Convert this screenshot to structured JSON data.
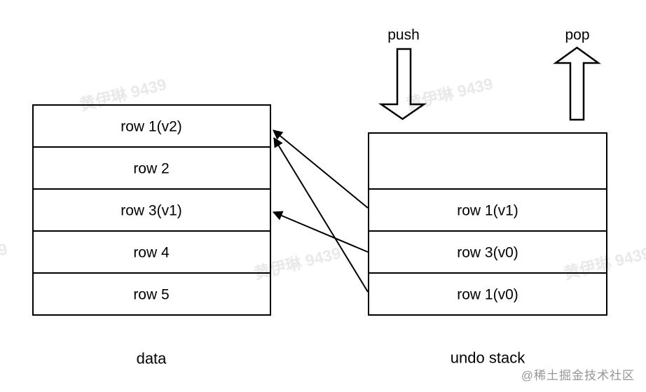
{
  "diagram": {
    "data_table": {
      "label": "data",
      "rows": [
        "row 1(v2)",
        "row 2",
        "row 3(v1)",
        "row 4",
        "row 5"
      ]
    },
    "undo_stack": {
      "label": "undo stack",
      "rows": [
        "",
        "row 1(v1)",
        "row 3(v0)",
        "row 1(v0)"
      ]
    },
    "push_label": "push",
    "pop_label": "pop",
    "arrows": [
      {
        "from": "row 1(v1)",
        "to": "row 1(v2)"
      },
      {
        "from": "row 1(v0)",
        "to": "row 1(v2)"
      },
      {
        "from": "row 3(v0)",
        "to": "row 3(v1)"
      }
    ],
    "colors": {
      "line": "#000000",
      "background": "#ffffff",
      "watermark": "#e9e9e9",
      "credit": "#969696"
    }
  },
  "watermark_text": "黄伊琳 9439",
  "credit_text": "@稀土掘金技术社区"
}
